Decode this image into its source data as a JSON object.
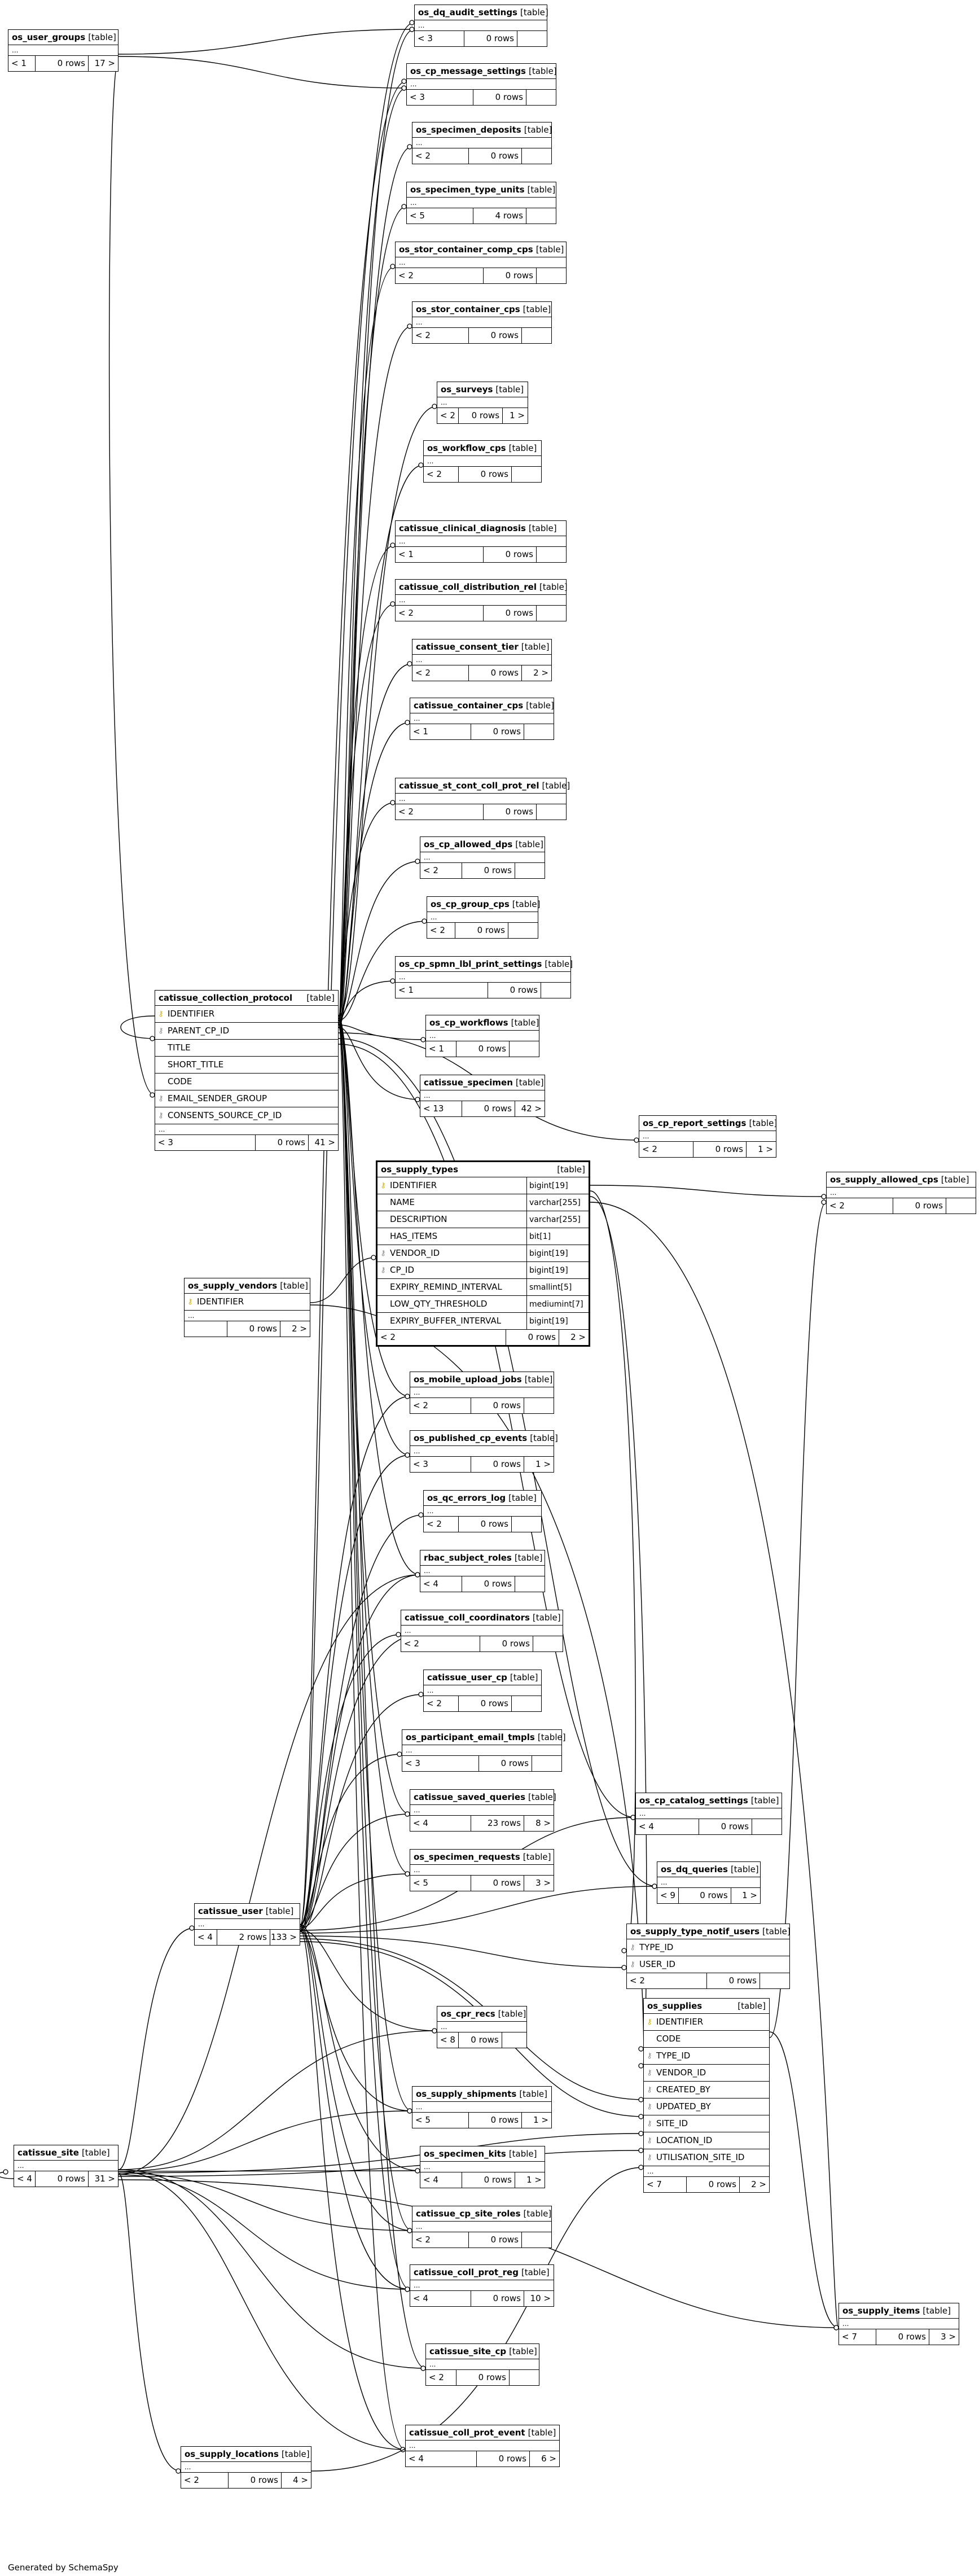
{
  "generated_by": "Generated by SchemaSpy",
  "table_tag": "[table]",
  "row_dots": "...",
  "tables": [
    {
      "name": "os_dq_audit_settings",
      "in": "< 3",
      "rows": "0 rows",
      "out": ""
    },
    {
      "name": "os_user_groups",
      "in": "< 1",
      "rows": "0 rows",
      "out": "17 >"
    },
    {
      "name": "os_cp_message_settings",
      "in": "< 3",
      "rows": "0 rows",
      "out": ""
    },
    {
      "name": "os_specimen_deposits",
      "in": "< 2",
      "rows": "0 rows",
      "out": ""
    },
    {
      "name": "os_specimen_type_units",
      "in": "< 5",
      "rows": "4 rows",
      "out": ""
    },
    {
      "name": "os_stor_container_comp_cps",
      "in": "< 2",
      "rows": "0 rows",
      "out": ""
    },
    {
      "name": "os_stor_container_cps",
      "in": "< 2",
      "rows": "0 rows",
      "out": ""
    },
    {
      "name": "os_surveys",
      "in": "< 2",
      "rows": "0 rows",
      "out": "1 >"
    },
    {
      "name": "os_workflow_cps",
      "in": "< 2",
      "rows": "0 rows",
      "out": ""
    },
    {
      "name": "catissue_clinical_diagnosis",
      "in": "< 1",
      "rows": "0 rows",
      "out": ""
    },
    {
      "name": "catissue_coll_distribution_rel",
      "in": "< 2",
      "rows": "0 rows",
      "out": ""
    },
    {
      "name": "catissue_consent_tier",
      "in": "< 2",
      "rows": "0 rows",
      "out": "2 >"
    },
    {
      "name": "catissue_container_cps",
      "in": "< 1",
      "rows": "0 rows",
      "out": ""
    },
    {
      "name": "catissue_st_cont_coll_prot_rel",
      "in": "< 2",
      "rows": "0 rows",
      "out": ""
    },
    {
      "name": "os_cp_allowed_dps",
      "in": "< 2",
      "rows": "0 rows",
      "out": ""
    },
    {
      "name": "os_cp_group_cps",
      "in": "< 2",
      "rows": "0 rows",
      "out": ""
    },
    {
      "name": "os_cp_spmn_lbl_print_settings",
      "in": "< 1",
      "rows": "0 rows",
      "out": ""
    },
    {
      "name": "os_cp_workflows",
      "in": "< 1",
      "rows": "0 rows",
      "out": ""
    },
    {
      "name": "catissue_specimen",
      "in": "< 13",
      "rows": "0 rows",
      "out": "42 >"
    },
    {
      "name": "os_cp_report_settings",
      "in": "< 2",
      "rows": "0 rows",
      "out": "1 >"
    },
    {
      "name": "os_supply_allowed_cps",
      "in": "< 2",
      "rows": "0 rows",
      "out": ""
    },
    {
      "name": "os_mobile_upload_jobs",
      "in": "< 2",
      "rows": "0 rows",
      "out": ""
    },
    {
      "name": "os_published_cp_events",
      "in": "< 3",
      "rows": "0 rows",
      "out": "1 >"
    },
    {
      "name": "os_qc_errors_log",
      "in": "< 2",
      "rows": "0 rows",
      "out": ""
    },
    {
      "name": "rbac_subject_roles",
      "in": "< 4",
      "rows": "0 rows",
      "out": ""
    },
    {
      "name": "catissue_coll_coordinators",
      "in": "< 2",
      "rows": "0 rows",
      "out": ""
    },
    {
      "name": "catissue_user_cp",
      "in": "< 2",
      "rows": "0 rows",
      "out": ""
    },
    {
      "name": "os_participant_email_tmpls",
      "in": "< 3",
      "rows": "0 rows",
      "out": ""
    },
    {
      "name": "catissue_saved_queries",
      "in": "< 4",
      "rows": "23 rows",
      "out": "8 >"
    },
    {
      "name": "os_cp_catalog_settings",
      "in": "< 4",
      "rows": "0 rows",
      "out": ""
    },
    {
      "name": "os_specimen_requests",
      "in": "< 5",
      "rows": "0 rows",
      "out": "3 >"
    },
    {
      "name": "os_dq_queries",
      "in": "< 9",
      "rows": "0 rows",
      "out": "1 >"
    },
    {
      "name": "catissue_user",
      "in": "< 4",
      "rows": "2 rows",
      "out": "133 >"
    },
    {
      "name": "os_cpr_recs",
      "in": "< 8",
      "rows": "0 rows",
      "out": ""
    },
    {
      "name": "os_supply_shipments",
      "in": "< 5",
      "rows": "0 rows",
      "out": "1 >"
    },
    {
      "name": "catissue_site",
      "in": "< 4",
      "rows": "0 rows",
      "out": "31 >"
    },
    {
      "name": "os_specimen_kits",
      "in": "< 4",
      "rows": "0 rows",
      "out": "1 >"
    },
    {
      "name": "catissue_cp_site_roles",
      "in": "< 2",
      "rows": "0 rows",
      "out": ""
    },
    {
      "name": "catissue_coll_prot_reg",
      "in": "< 4",
      "rows": "0 rows",
      "out": "10 >"
    },
    {
      "name": "os_supply_items",
      "in": "< 7",
      "rows": "0 rows",
      "out": "3 >"
    },
    {
      "name": "catissue_site_cp",
      "in": "< 2",
      "rows": "0 rows",
      "out": ""
    },
    {
      "name": "catissue_coll_prot_event",
      "in": "< 4",
      "rows": "0 rows",
      "out": "6 >"
    },
    {
      "name": "os_supply_locations",
      "in": "< 2",
      "rows": "0 rows",
      "out": "4 >"
    }
  ],
  "detail_tables": {
    "collection_protocol": {
      "name": "catissue_collection_protocol",
      "columns": [
        {
          "key": "pk",
          "name": "IDENTIFIER"
        },
        {
          "key": "fk",
          "name": "PARENT_CP_ID"
        },
        {
          "key": "",
          "name": "TITLE"
        },
        {
          "key": "",
          "name": "SHORT_TITLE"
        },
        {
          "key": "",
          "name": "CODE"
        },
        {
          "key": "fk",
          "name": "EMAIL_SENDER_GROUP"
        },
        {
          "key": "fk",
          "name": "CONSENTS_SOURCE_CP_ID"
        }
      ],
      "in": "< 3",
      "rows": "0 rows",
      "out": "41 >"
    },
    "supply_types": {
      "name": "os_supply_types",
      "columns": [
        {
          "key": "pk",
          "name": "IDENTIFIER",
          "type": "bigint[19]"
        },
        {
          "key": "",
          "name": "NAME",
          "type": "varchar[255]"
        },
        {
          "key": "",
          "name": "DESCRIPTION",
          "type": "varchar[255]"
        },
        {
          "key": "",
          "name": "HAS_ITEMS",
          "type": "bit[1]"
        },
        {
          "key": "fk",
          "name": "VENDOR_ID",
          "type": "bigint[19]"
        },
        {
          "key": "fk",
          "name": "CP_ID",
          "type": "bigint[19]"
        },
        {
          "key": "",
          "name": "EXPIRY_REMIND_INTERVAL",
          "type": "smallint[5]"
        },
        {
          "key": "",
          "name": "LOW_QTY_THRESHOLD",
          "type": "mediumint[7]"
        },
        {
          "key": "",
          "name": "EXPIRY_BUFFER_INTERVAL",
          "type": "bigint[19]"
        }
      ],
      "in": "< 2",
      "rows": "0 rows",
      "out": "2 >"
    },
    "supply_vendors": {
      "name": "os_supply_vendors",
      "columns": [
        {
          "key": "pk",
          "name": "IDENTIFIER"
        }
      ],
      "in": "",
      "rows": "0 rows",
      "out": "2 >"
    },
    "supply_type_notif_users": {
      "name": "os_supply_type_notif_users",
      "columns": [
        {
          "key": "fk",
          "name": "TYPE_ID"
        },
        {
          "key": "fk",
          "name": "USER_ID"
        }
      ],
      "in": "< 2",
      "rows": "0 rows",
      "out": ""
    },
    "supplies": {
      "name": "os_supplies",
      "columns": [
        {
          "key": "pk",
          "name": "IDENTIFIER"
        },
        {
          "key": "",
          "name": "CODE"
        },
        {
          "key": "fk",
          "name": "TYPE_ID"
        },
        {
          "key": "fk",
          "name": "VENDOR_ID"
        },
        {
          "key": "fk",
          "name": "CREATED_BY"
        },
        {
          "key": "fk",
          "name": "UPDATED_BY"
        },
        {
          "key": "fk",
          "name": "SITE_ID"
        },
        {
          "key": "fk",
          "name": "LOCATION_ID"
        },
        {
          "key": "fk",
          "name": "UTILISATION_SITE_ID"
        }
      ],
      "in": "< 7",
      "rows": "0 rows",
      "out": "2 >"
    }
  }
}
